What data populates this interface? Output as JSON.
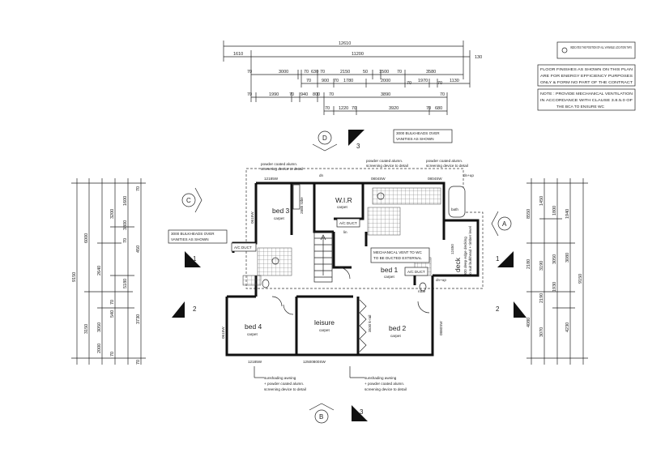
{
  "notes": {
    "location_taps": "INDICATES THE POSITION OF ALL VARIABLE LOCATION TAPS",
    "finishes_line1": "FLOOR FINISHES AS SHOWN ON THIS PLAN",
    "finishes_line2": "ARE FOR ENERGY EFFICIENCY PURPOSES",
    "finishes_line3": "ONLY & FORM NO PART OF THE CONTRACT",
    "ventilation_line1": "NOTE : PROVIDE MECHANICAL VENTILATION",
    "ventilation_line2": "IN ACCORDANCE WITH CLAUSE 3.8.5.0 OF",
    "ventilation_line3": "THE BCA TO ENSURE WC",
    "bulkheads_top_1": "3000 BULKHEADS OVER",
    "bulkheads_top_2": "VANITIES AS SHOWN",
    "bulkheads_left_1": "3000 BULKHEADS OVER",
    "bulkheads_left_2": "VANITIES AS SHOWN",
    "mech_vent_1": "MECHANICAL VENT TO WC",
    "mech_vent_2": "TO BE DUCTED EXTERNAL"
  },
  "top_dims": {
    "row1": [
      "12610"
    ],
    "row2": [
      "1610",
      "11200",
      "130"
    ],
    "row3": [
      "70",
      "3000",
      "70",
      "630",
      "70",
      "2150",
      "50",
      "1500",
      "70",
      "3580"
    ],
    "row4": [
      "70",
      "900",
      "70",
      "1780",
      "",
      "2000",
      "70",
      "1970",
      "70",
      "1130"
    ],
    "row5": [
      "70",
      "1990",
      "70",
      "940",
      "800",
      "70",
      "3890",
      "70"
    ],
    "row6": [
      "70",
      "1220",
      "70",
      "3920",
      "70",
      "680"
    ]
  },
  "left_dims": {
    "total": "9150",
    "col1": [
      "6000",
      "3150"
    ],
    "col2": [
      "2640",
      "3050",
      "2000"
    ],
    "col3": [
      "3200",
      "70",
      "540",
      "70"
    ],
    "col4": [
      "1600",
      "3800",
      "70",
      "5180"
    ],
    "col5": [
      "70",
      "450",
      "3730",
      "70"
    ]
  },
  "right_dims": {
    "total": "9150",
    "col1": [
      "8550",
      "2180",
      "4080"
    ],
    "col2": [
      "1450",
      "3190",
      "2190",
      "3070"
    ],
    "col3": [
      "1800",
      "3050",
      "1930"
    ],
    "col4": [
      "1940",
      "3080",
      "4230"
    ]
  },
  "rooms": {
    "bed3": "bed 3",
    "bed3_floor": "carpet",
    "wir": "W.I.R",
    "wir_floor": "carpet",
    "bed1": "bed 1",
    "bed1_floor": "carpet",
    "bed4": "bed 4",
    "bed4_floor": "carpet",
    "leisure": "leisure",
    "leisure_floor": "carpet",
    "bed2": "bed 2",
    "bed2_floor": "carpet",
    "deck": "deck",
    "deck_note_1": "300 deep edge decking",
    "deck_note_2": "to suit bulkhead + timber level",
    "bath": "bath",
    "robe": "robe",
    "linen": "lin",
    "dn": "dn",
    "dn_up": "dn+up"
  },
  "fixtures": {
    "ac_duct_1": "A/C DUCT",
    "ac_duct_2": "A/C DUCT",
    "ac_duct_3": "A/C DUCT"
  },
  "windows": {
    "bed3_top": "12185W",
    "wir_top": "0804SW",
    "bath_top": "0804SW",
    "bed4_bot": "12185W",
    "leisure_bot": "12500800SW",
    "bed3_side": "0615W",
    "bed4_side": "0615W",
    "bed2_side": "0880SW",
    "bed3_robe": "2885 robe",
    "leisure_rail": "3530 k-rail",
    "deck_rail": "12450"
  },
  "annotations": {
    "top_left_1": "powder coated alumn.",
    "top_left_2": "screening device to detail",
    "top_mid_1": "powder coated alumn.",
    "top_mid_2": "screening device to detail",
    "top_right_1": "powder coated alumn.",
    "top_right_2": "screening device to detail",
    "bot_left_1": "sunshading awning",
    "bot_left_2": "+ powder coated alumn.",
    "bot_left_3": "screening device to detail",
    "bot_right_1": "sunshading awning",
    "bot_right_2": "+ powder coated alumn.",
    "bot_right_3": "screening device to detail"
  },
  "markers": {
    "D": "D",
    "D_num": "3",
    "B": "B",
    "B_num": "3",
    "C": "C",
    "A": "A",
    "left_sec1": "1",
    "left_sec2": "2",
    "right_sec1": "1",
    "right_sec2": "2"
  }
}
